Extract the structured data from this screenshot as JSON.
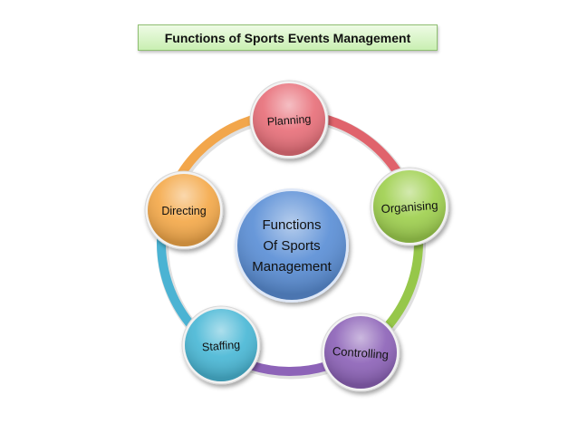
{
  "title": "Functions of Sports Events Management",
  "center": {
    "lines": [
      "Functions",
      "Of Sports",
      "Management"
    ],
    "color": "#5b8fd6"
  },
  "nodes": [
    {
      "label": "Planning",
      "color": "#e8707a"
    },
    {
      "label": "Organising",
      "color": "#9fd04f"
    },
    {
      "label": "Controlling",
      "color": "#8d63b8"
    },
    {
      "label": "Staffing",
      "color": "#4ab8d6"
    },
    {
      "label": "Directing",
      "color": "#f4a94a"
    }
  ],
  "ring_segments": [
    {
      "from": "Planning",
      "to": "Organising",
      "color": "#e0636c"
    },
    {
      "from": "Organising",
      "to": "Controlling",
      "color": "#96c74a"
    },
    {
      "from": "Controlling",
      "to": "Staffing",
      "color": "#8d63b8"
    },
    {
      "from": "Staffing",
      "to": "Directing",
      "color": "#4bb3d3"
    },
    {
      "from": "Directing",
      "to": "Planning",
      "color": "#f2a64b"
    }
  ]
}
